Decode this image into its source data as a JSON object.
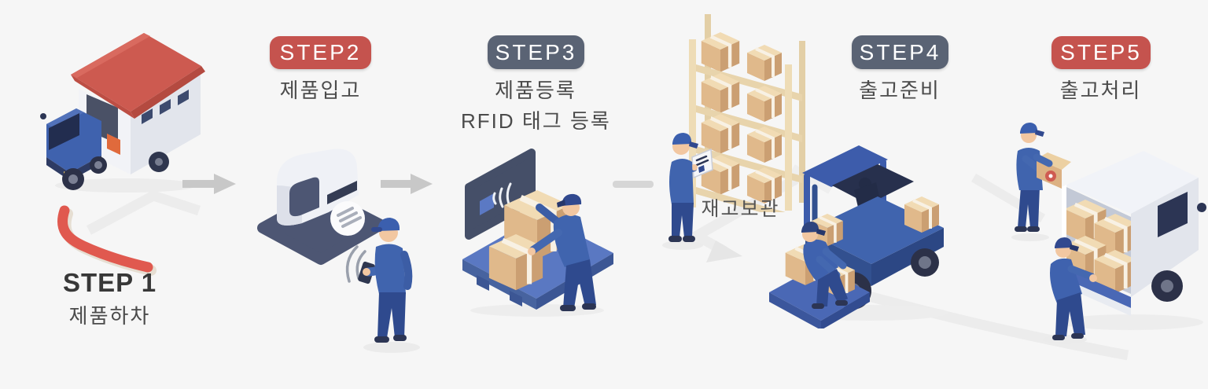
{
  "diagram": {
    "title_implicit": "RFID warehouse logistics 5-step process",
    "background_color": "#f6f6f6",
    "storage_label": "재고보관",
    "steps": [
      {
        "badge": "STEP 1",
        "badge_variant": "plain-dark-title",
        "badge_color": "#383838",
        "labels": [
          "제품하차"
        ],
        "illustration": "house-roof-delivery-truck-with-red-ramp"
      },
      {
        "badge": "STEP2",
        "badge_variant": "red-pill",
        "badge_color": "#c5534e",
        "labels": [
          "제품입고"
        ],
        "illustration": "rfid-scanner-machine-and-worker-with-handheld"
      },
      {
        "badge": "STEP3",
        "badge_variant": "slate-pill",
        "badge_color": "#5a6374",
        "labels": [
          "제품등록",
          "RFID 태그 등록"
        ],
        "illustration": "worker-stacking-boxes-on-pallet-with-rfid-panel"
      },
      {
        "badge": "STEP4",
        "badge_variant": "slate-pill",
        "badge_color": "#5a6374",
        "labels": [
          "출고준비"
        ],
        "illustration": "forklift-with-worker-loading-pallet-boxes"
      },
      {
        "badge": "STEP5",
        "badge_variant": "red-pill",
        "badge_color": "#c5534e",
        "labels": [
          "출고처리"
        ],
        "illustration": "two-workers-loading-white-delivery-truck"
      }
    ],
    "connectors": [
      {
        "type": "right-arrow",
        "between": [
          "STEP 1",
          "STEP2"
        ],
        "color": "#c8c8c8"
      },
      {
        "type": "right-arrow",
        "between": [
          "STEP2",
          "STEP3"
        ],
        "color": "#c8c8c8"
      },
      {
        "type": "dash",
        "between": [
          "STEP3",
          "재고보관"
        ],
        "color": "#d6d6d6"
      },
      {
        "type": "isometric-route-arrow",
        "between": [
          "재고보관",
          "STEP4"
        ],
        "color": "#ececec"
      },
      {
        "type": "isometric-route",
        "between": [
          "STEP4",
          "STEP5"
        ],
        "color": "#ececec"
      }
    ],
    "icons": [
      "rfid-signal-icon",
      "wifi-waves-icon",
      "right-arrow-icon",
      "red-circle-logo-icon"
    ],
    "colors": {
      "badge_red": "#c5534e",
      "badge_slate": "#5a6374",
      "label_text": "#4b4b4b",
      "step1_title_text": "#383838",
      "arrow_gray": "#c8c8c8",
      "route_gray": "#ececec",
      "worker_blue": "#4064ae",
      "worker_pants": "#2f4a8e",
      "navy": "#2c3554",
      "box_tan": "#e0b98b",
      "box_top": "#f1dbb4",
      "roof_red": "#cd5a50",
      "truck_white": "#f1f3f8",
      "pallet_blue": "#4a68b5",
      "shelf_wood": "#ecd9b2"
    }
  }
}
